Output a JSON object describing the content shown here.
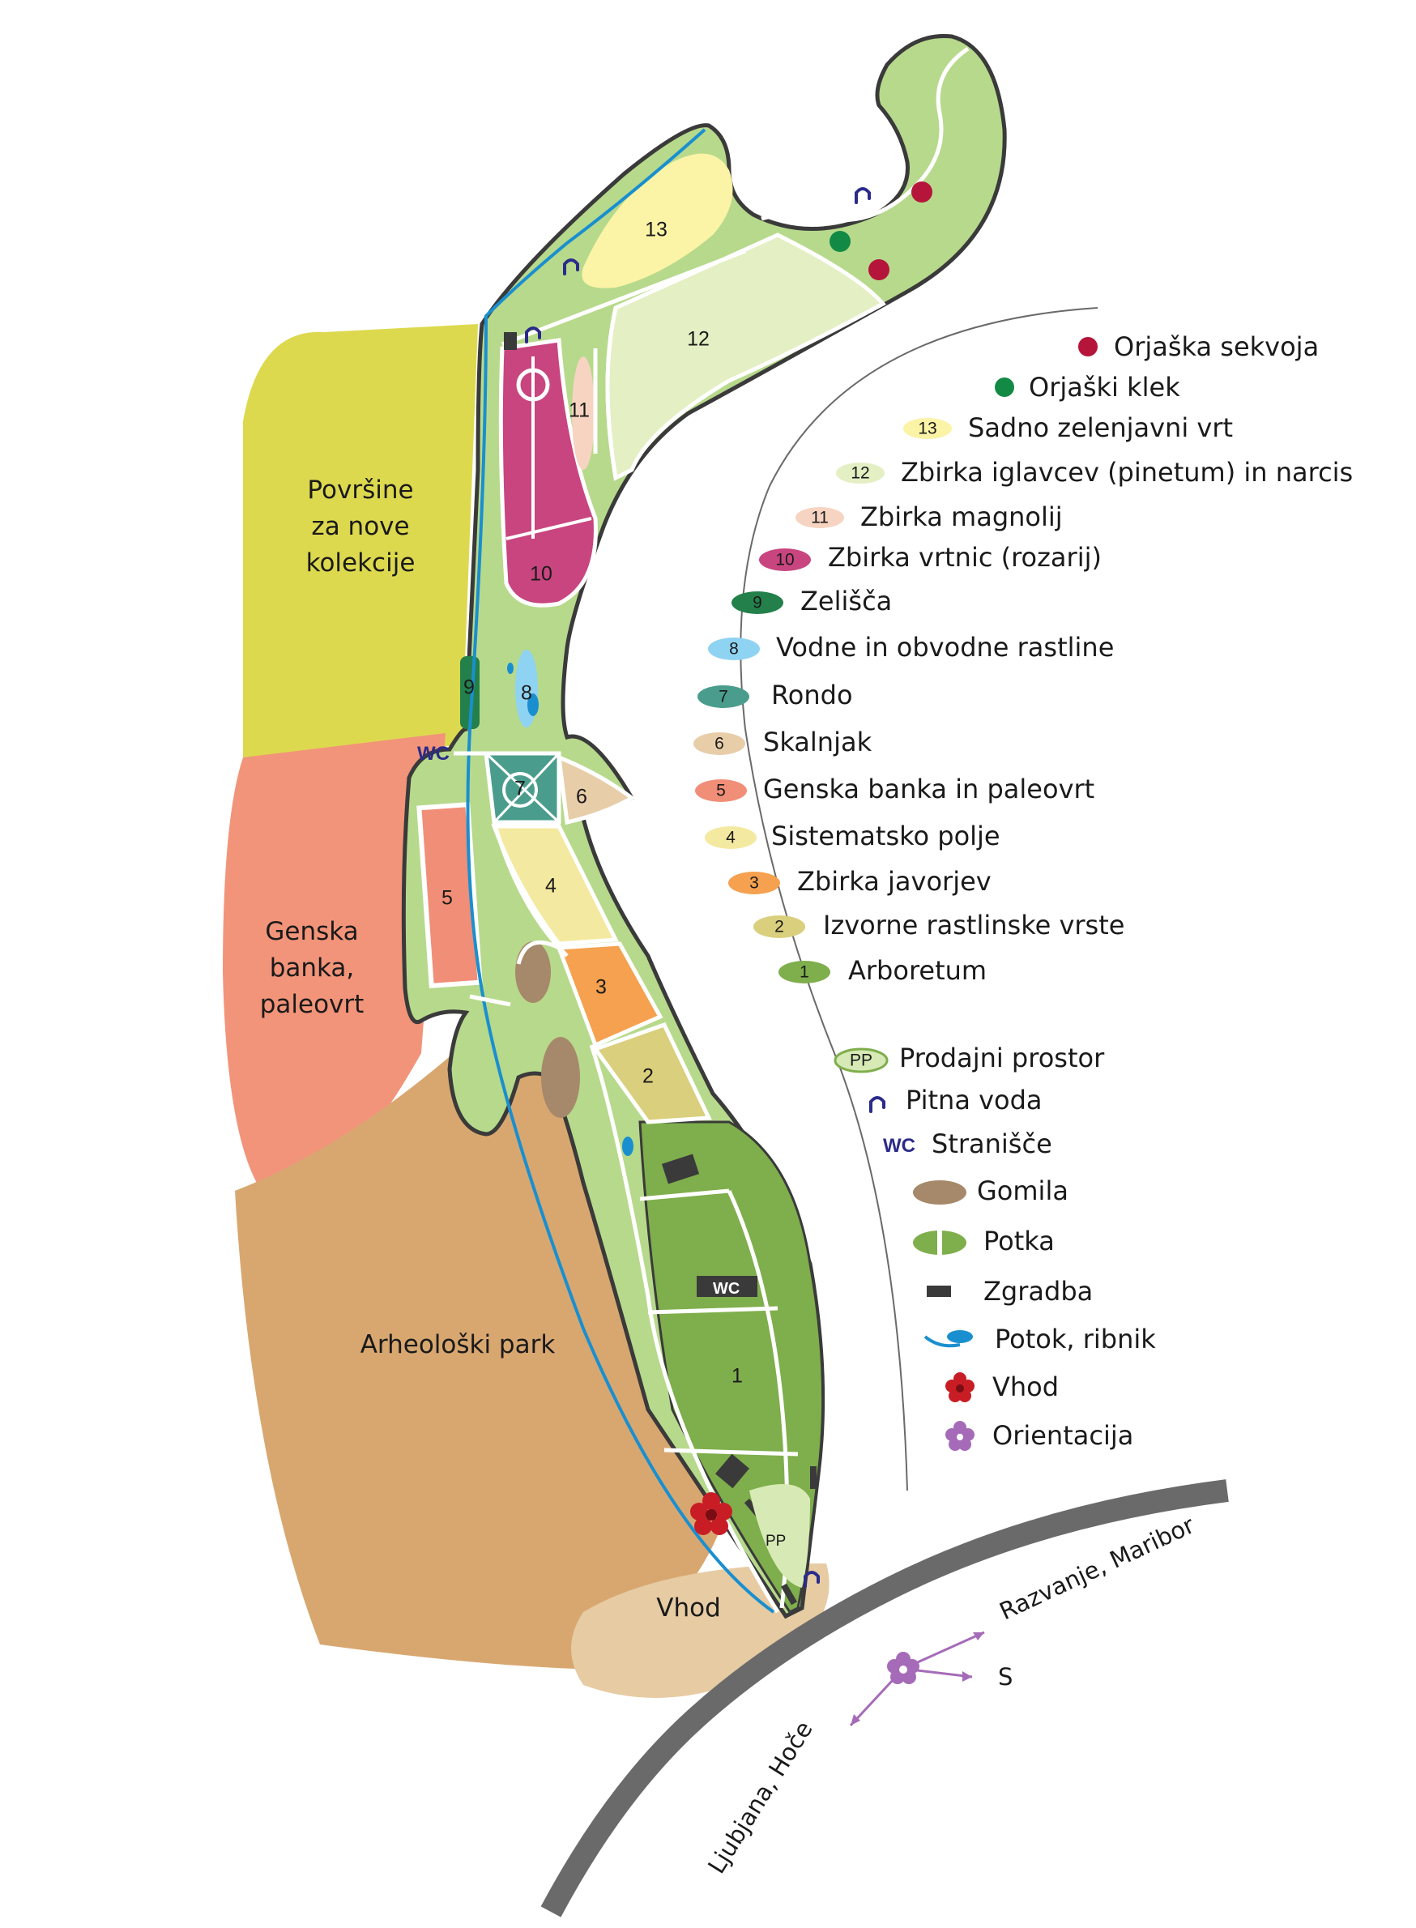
{
  "map_areas": {
    "new_collections": [
      "Površine",
      "za nove",
      "kolekcije"
    ],
    "gene_bank": [
      "Genska",
      "banka,",
      "paleovrt"
    ],
    "archaeological_park": "Arheološki park",
    "entrance": "Vhod"
  },
  "zone_numbers": [
    "1",
    "2",
    "3",
    "4",
    "5",
    "6",
    "7",
    "8",
    "9",
    "10",
    "11",
    "12",
    "13"
  ],
  "map_markers": {
    "wc": "WC",
    "shop": "PP"
  },
  "directions": {
    "northeast": "Razvanje, Maribor",
    "southwest": "Ljubjana, Hoče",
    "north": "S"
  },
  "legend": {
    "giant_sequoia": "Orjaška sekvoja",
    "giant_juniper": "Orjaški klek",
    "zones": [
      {
        "num": "13",
        "label": "Sadno zelenjavni vrt",
        "color": "#fbf3a6"
      },
      {
        "num": "12",
        "label": "Zbirka iglavcev (pinetum) in narcis",
        "color": "#e4efc4"
      },
      {
        "num": "11",
        "label": "Zbirka magnolij",
        "color": "#f7d4c2"
      },
      {
        "num": "10",
        "label": "Zbirka vrtnic (rozarij)",
        "color": "#c8457f"
      },
      {
        "num": "9",
        "label": "Zelišča",
        "color": "#23804a"
      },
      {
        "num": "8",
        "label": "Vodne in obvodne rastline",
        "color": "#8fd3f2"
      },
      {
        "num": "7",
        "label": "Rondo",
        "color": "#4a9d8c"
      },
      {
        "num": "6",
        "label": "Skalnjak",
        "color": "#e8cda9"
      },
      {
        "num": "5",
        "label": "Genska banka in paleovrt",
        "color": "#f08e78"
      },
      {
        "num": "4",
        "label": "Sistematsko polje",
        "color": "#f4e9a0"
      },
      {
        "num": "3",
        "label": "Zbirka javorjev",
        "color": "#f5a14f"
      },
      {
        "num": "2",
        "label": "Izvorne rastlinske vrste",
        "color": "#d9cf7c"
      },
      {
        "num": "1",
        "label": "Arboretum",
        "color": "#7fae4c"
      }
    ],
    "symbols": {
      "shop_badge": "PP",
      "shop": "Prodajni prostor",
      "water": "Pitna voda",
      "wc_badge": "WC",
      "wc": "Stranišče",
      "mound": "Gomila",
      "path": "Potka",
      "building": "Zgradba",
      "stream": "Potok, ribnik",
      "entrance": "Vhod",
      "orientation": "Orientacija"
    }
  },
  "colors": {
    "park_green": "#b7d98c",
    "new_collections": "#ddd94f",
    "gene_bank": "#f29479",
    "archaeological": "#d8a770",
    "entrance_area": "#e6cba3",
    "road": "#6a6a6a",
    "stream": "#1a8fcf",
    "sequoia": "#b5153a",
    "juniper": "#128a45",
    "mound": "#a6896a",
    "building": "#3a3a3a",
    "orientation": "#a56bb8"
  }
}
